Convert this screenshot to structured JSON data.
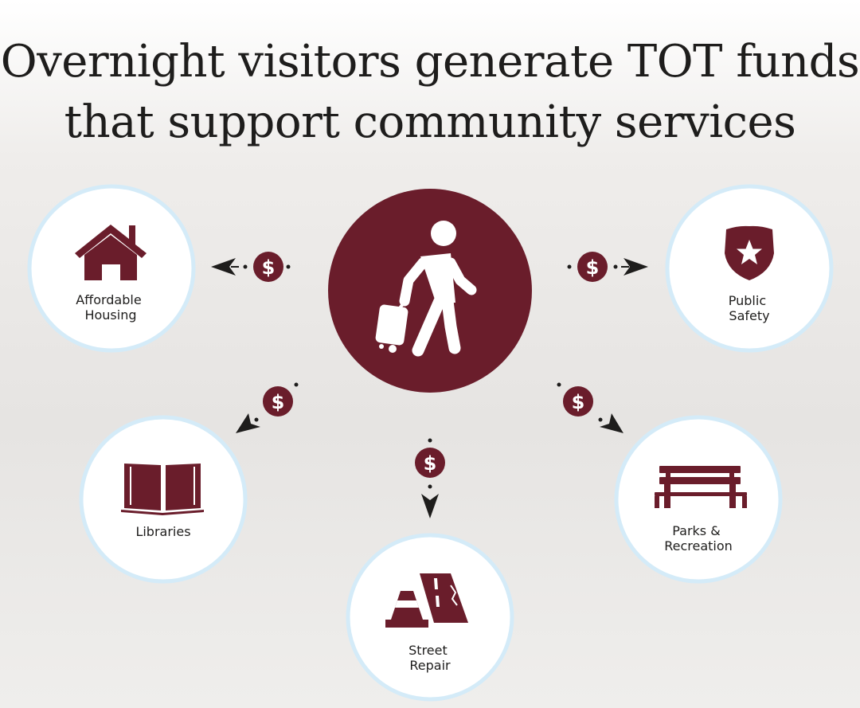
{
  "title": {
    "line1": "Overnight visitors generate TOT funds",
    "line2": "that support community services"
  },
  "colors": {
    "primary": "#6a1d2b",
    "ring": "#d4ebf8",
    "arrow": "#1e1d1c"
  },
  "center": {
    "icon": "traveler-with-suitcase-icon"
  },
  "currency_symbol": "$",
  "services": [
    {
      "id": "affordable-housing",
      "lines": [
        "Affordable",
        "Housing"
      ],
      "icon": "house-icon"
    },
    {
      "id": "public-safety",
      "lines": [
        "Public",
        "Safety"
      ],
      "icon": "police-badge-icon"
    },
    {
      "id": "libraries",
      "lines": [
        "Libraries"
      ],
      "icon": "open-book-icon"
    },
    {
      "id": "street-repair",
      "lines": [
        "Street",
        "Repair"
      ],
      "icon": "road-cone-icon"
    },
    {
      "id": "parks-recreation",
      "lines": [
        "Parks &",
        "Recreation"
      ],
      "icon": "park-bench-icon"
    }
  ]
}
